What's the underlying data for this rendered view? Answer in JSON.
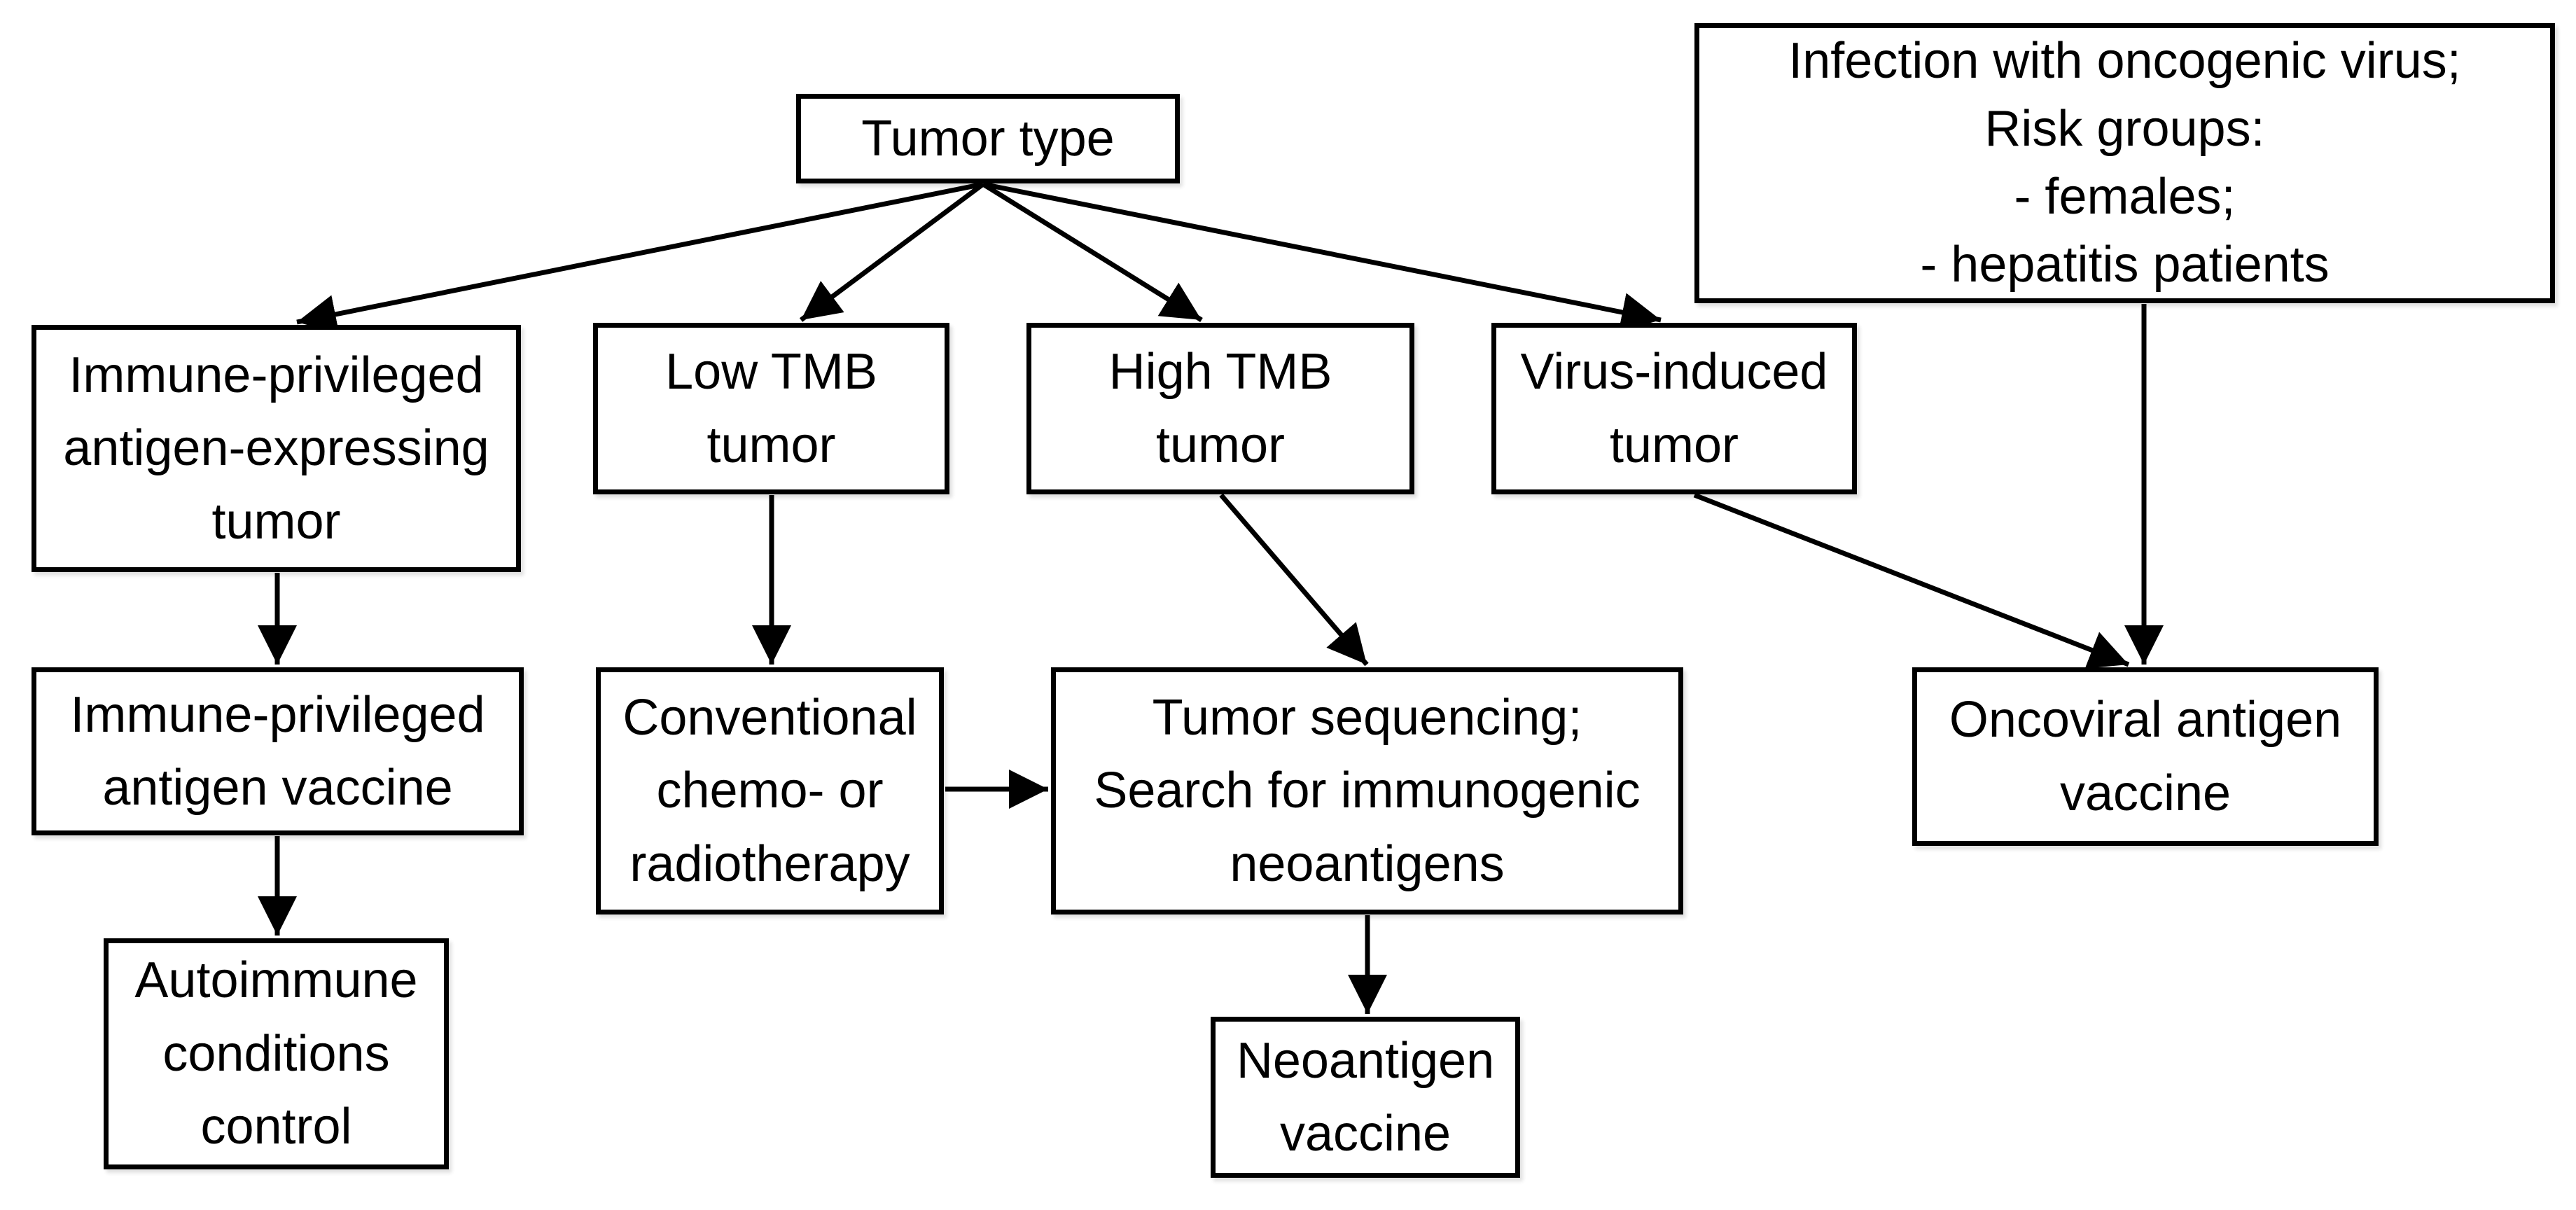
{
  "diagram": {
    "type": "flowchart",
    "colors": {
      "background": "#ffffff",
      "box_fill": "#ffffff",
      "box_border": "#000000",
      "text": "#000000",
      "arrow": "#000000"
    },
    "nodes": {
      "tumor_type": {
        "label": "Tumor type"
      },
      "infection_risk": {
        "label": "Infection with oncogenic virus;\nRisk groups:\n- females;\n- hepatitis patients"
      },
      "immune_privileged_tumor": {
        "label": "Immune-privileged\nantigen-expressing\ntumor"
      },
      "low_tmb_tumor": {
        "label": "Low TMB\ntumor"
      },
      "high_tmb_tumor": {
        "label": "High TMB\ntumor"
      },
      "virus_induced_tumor": {
        "label": "Virus-induced\ntumor"
      },
      "immune_privileged_vaccine": {
        "label": "Immune-privileged\nantigen vaccine"
      },
      "conventional_therapy": {
        "label": "Conventional\nchemo- or\nradiotherapy"
      },
      "tumor_sequencing": {
        "label": "Tumor sequencing;\nSearch for immunogenic\nneoantigens"
      },
      "oncoviral_vaccine": {
        "label": "Oncoviral antigen\nvaccine"
      },
      "autoimmune_control": {
        "label": "Autoimmune\nconditions\ncontrol"
      },
      "neoantigen_vaccine": {
        "label": "Neoantigen\nvaccine"
      }
    },
    "edges": [
      {
        "from": "tumor_type",
        "to": "immune_privileged_tumor"
      },
      {
        "from": "tumor_type",
        "to": "low_tmb_tumor"
      },
      {
        "from": "tumor_type",
        "to": "high_tmb_tumor"
      },
      {
        "from": "tumor_type",
        "to": "virus_induced_tumor"
      },
      {
        "from": "immune_privileged_tumor",
        "to": "immune_privileged_vaccine"
      },
      {
        "from": "immune_privileged_vaccine",
        "to": "autoimmune_control"
      },
      {
        "from": "low_tmb_tumor",
        "to": "conventional_therapy"
      },
      {
        "from": "conventional_therapy",
        "to": "tumor_sequencing"
      },
      {
        "from": "high_tmb_tumor",
        "to": "tumor_sequencing"
      },
      {
        "from": "tumor_sequencing",
        "to": "neoantigen_vaccine"
      },
      {
        "from": "virus_induced_tumor",
        "to": "oncoviral_vaccine"
      },
      {
        "from": "infection_risk",
        "to": "oncoviral_vaccine"
      }
    ]
  }
}
